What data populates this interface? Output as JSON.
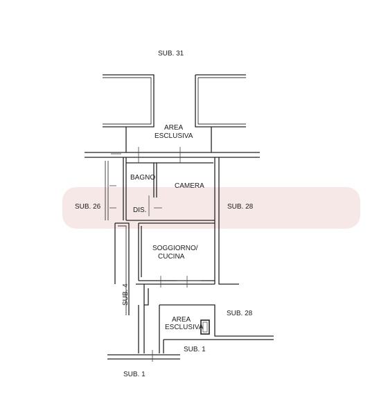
{
  "labels": {
    "sub31": "SUB. 31",
    "area_top_1": "AREA",
    "area_top_2": "ESCLUSIVA",
    "bagno": "BAGNO",
    "camera": "CAMERA",
    "dis": "DIS.",
    "sub26": "SUB. 26",
    "sub28_right": "SUB. 28",
    "soggiorno_1": "SOGGIORNO/",
    "soggiorno_2": "CUCINA",
    "sub4": "SUB. 4",
    "area_bottom_1": "AREA",
    "area_bottom_2": "ESCLUSIVA",
    "sub28_bottom": "SUB. 28",
    "sub1_right": "SUB. 1",
    "sub1_bottom": "SUB. 1"
  }
}
